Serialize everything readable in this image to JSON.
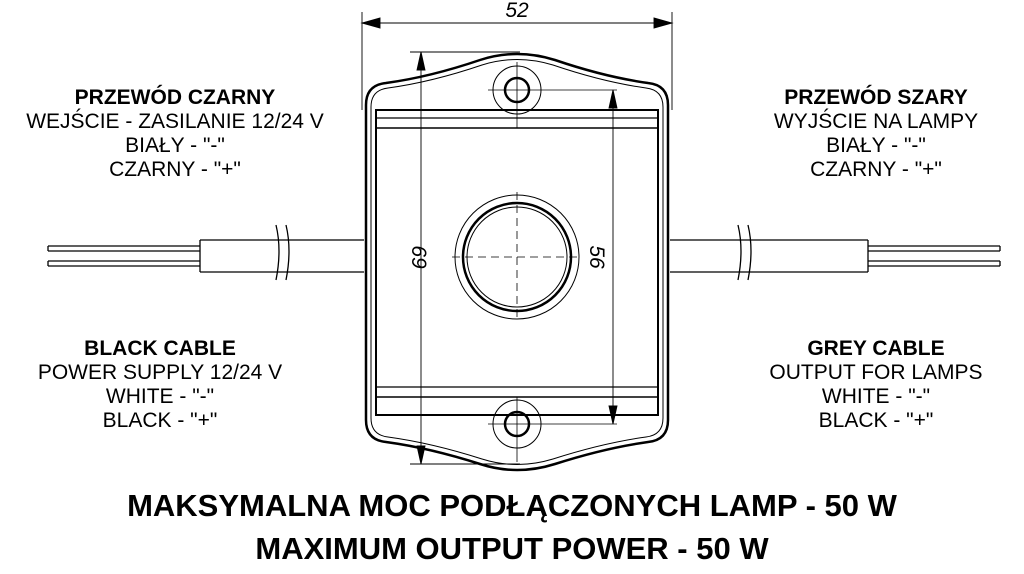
{
  "dimensions": {
    "width": "52",
    "height_outer": "69",
    "height_holes": "56"
  },
  "left_top": {
    "title": "PRZEWÓD CZARNY",
    "lines": [
      "WEJŚCIE - ZASILANIE 12/24 V",
      "BIAŁY - \"-\"",
      "CZARNY - \"+\""
    ]
  },
  "right_top": {
    "title": "PRZEWÓD SZARY",
    "lines": [
      "WYJŚCIE NA LAMPY",
      "BIAŁY - \"-\"",
      "CZARNY - \"+\""
    ]
  },
  "left_bottom": {
    "title": "BLACK CABLE",
    "lines": [
      "POWER SUPPLY 12/24 V",
      "WHITE - \"-\"",
      "BLACK - \"+\""
    ]
  },
  "right_bottom": {
    "title": "GREY CABLE",
    "lines": [
      "OUTPUT FOR LAMPS",
      "WHITE - \"-\"",
      "BLACK - \"+\""
    ]
  },
  "footer": {
    "line1": "MAKSYMALNA MOC PODŁĄCZONYCH LAMP - 50 W",
    "line2": "MAXIMUM OUTPUT POWER - 50 W"
  }
}
